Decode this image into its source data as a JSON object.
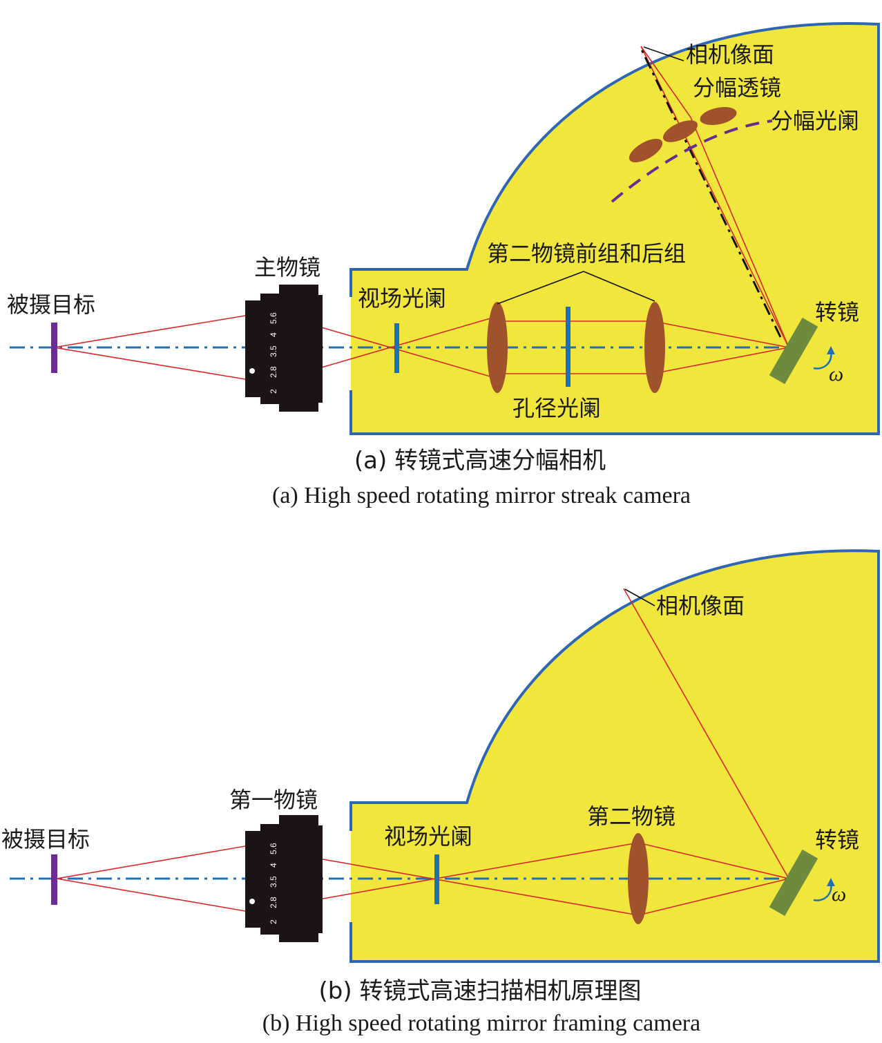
{
  "panel_a": {
    "target_label": "被摄目标",
    "main_lens_label": "主物镜",
    "field_stop_label": "视场光阑",
    "second_lens_group_label": "第二物镜前组和后组",
    "aperture_stop_label": "孔径光阑",
    "rotating_mirror_label": "转镜",
    "omega_label": "ω",
    "image_plane_label": "相机像面",
    "framing_lens_label": "分幅透镜",
    "framing_stop_label": "分幅光阑",
    "caption_cn": "(a) 转镜式高速分幅相机",
    "caption_en": "(a) High speed rotating mirror streak camera"
  },
  "panel_b": {
    "target_label": "被摄目标",
    "first_lens_label": "第一物镜",
    "field_stop_label": "视场光阑",
    "second_lens_label": "第二物镜",
    "rotating_mirror_label": "转镜",
    "omega_label": "ω",
    "image_plane_label": "相机像面",
    "caption_cn": "(b) 转镜式高速扫描相机原理图",
    "caption_en": "(b) High speed rotating mirror framing camera"
  },
  "lens_barrel": {
    "f_numbers": [
      "2",
      "2.8",
      "3.5",
      "4",
      "5.6"
    ]
  },
  "colors": {
    "housing_fill": "#f0e63c",
    "housing_edge": "#2f66b3",
    "optical_axis": "#1f6fb5",
    "ray": "#d8262a",
    "lens": "#a0522d",
    "mirror": "#6e8b3d",
    "target": "#6a2c91",
    "framing_stop": "#6a2c91",
    "barrel": "#1c1414"
  }
}
